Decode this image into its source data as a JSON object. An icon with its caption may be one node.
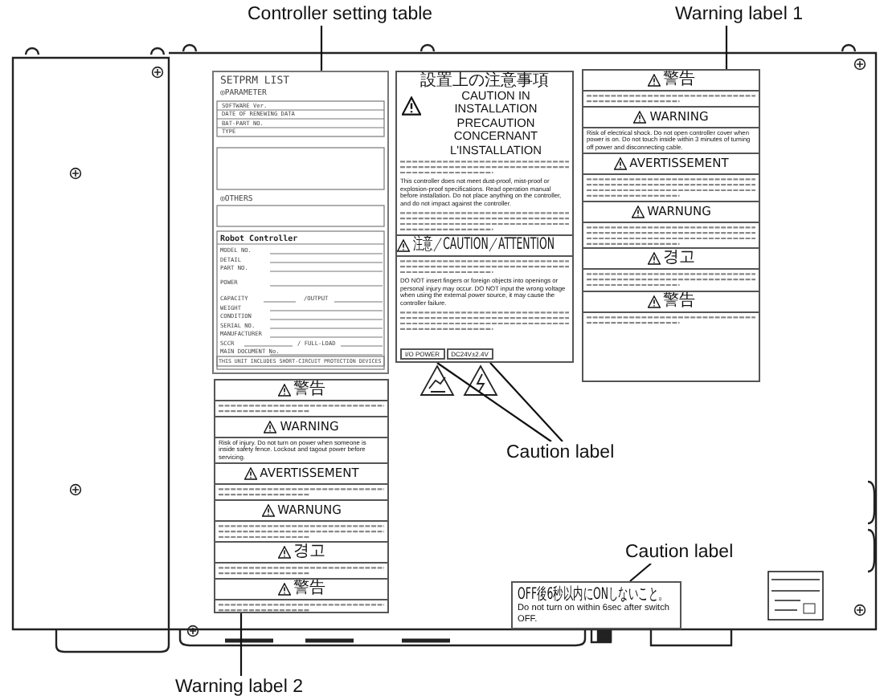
{
  "diagram": {
    "nodes": [
      {
        "text": [
          "Controller setting table"
        ]
      },
      {
        "text": [
          "Warning label 1"
        ]
      },
      {
        "text": [
          "Caution label"
        ]
      },
      {
        "text": [
          "Caution label"
        ]
      },
      {
        "text": [
          "Warning label 2"
        ]
      },
      {
        "text": [
          "SETPRM LIST",
          "◎PARAMETER",
          "SOFTWARE Ver.",
          "DATE OF RENEWING DATA",
          "BAT-PART NO.",
          "TYPE",
          "◎OTHERS",
          "Robot Controller",
          "MODEL NO.",
          "DETAIL",
          "PART NO.",
          "POWER",
          "CAPACITY",
          "/OUTPUT",
          "WEIGHT",
          "CONDITION",
          "SERIAL NO.",
          "MANUFACTURER",
          "SCCR",
          "/ FULL-LOAD",
          "MAIN DOCUMENT No.",
          "THIS UNIT INCLUDES SHORT-CIRCUIT PROTECTION DEVICES"
        ]
      },
      {
        "text": [
          "警告",
          "WARNING",
          "Risk of injury. Do not turn on power when someone is inside safety fence. Lockout and tagout power before servicing.",
          "AVERTISSEMENT",
          "WARNUNG",
          "경고",
          "警告"
        ]
      },
      {
        "text": [
          "設置上の注意事項",
          "CAUTION IN INSTALLATION",
          "PRECAUTION CONCERNANT L'INSTALLATION",
          "This controller does not meet dust-proof, mist-proof or explosion-proof specifications. Read operation manual before installation. Do not place anything on the controller, and do not impact against the controller.",
          "注意／CAUTION／ATTENTION",
          "DO NOT insert fingers or foreign objects into openings or personal injury may occur. DO NOT input the wrong voltage when using the external power source, it may cause the controller failure.",
          "I/O POWER",
          "DC24V±2.4V"
        ]
      },
      {
        "text": [
          "警告",
          "WARNING",
          "Risk of electrical shock. Do not open controller cover when power is on. Do not touch inside within 3 minutes of turning off power and disconnecting cable.",
          "AVERTISSEMENT",
          "WARNUNG",
          "경고",
          "警告"
        ]
      },
      {
        "text": [
          "OFF後6秒以内にONしないこと。",
          "Do not turn on within 6sec after switch OFF."
        ]
      }
    ],
    "edges": [
      {
        "from": 0,
        "to": 5,
        "arrow": "none"
      },
      {
        "from": 1,
        "to": 8,
        "arrow": "none"
      },
      {
        "from": 2,
        "to": 7,
        "arrow": "none"
      },
      {
        "from": 2,
        "to": 7,
        "arrow": "none"
      },
      {
        "from": 3,
        "to": 9,
        "arrow": "none"
      },
      {
        "from": 4,
        "to": 6,
        "arrow": "none"
      }
    ]
  }
}
